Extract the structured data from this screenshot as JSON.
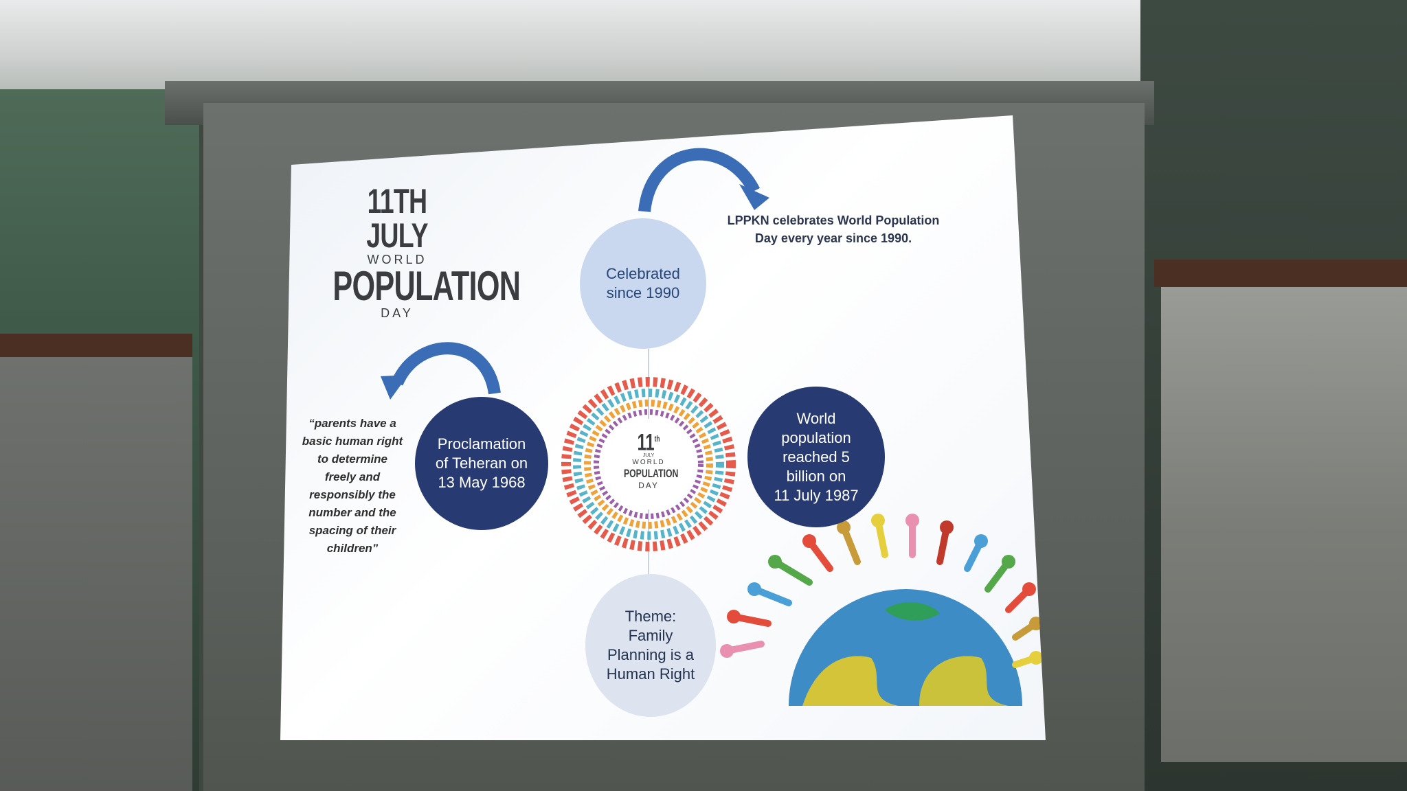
{
  "slide": {
    "title": {
      "line1": "11TH",
      "line2": "JULY",
      "line3": "WORLD",
      "line4": "POPULATION",
      "line5": "DAY"
    },
    "circles": {
      "top": [
        "Celebrated",
        "since 1990"
      ],
      "left": [
        "Proclamation",
        "of Teheran on",
        "13 May 1968"
      ],
      "right": [
        "World",
        "population",
        "reached 5",
        "billion on",
        "11 July 1987"
      ],
      "bottom": [
        "Theme:",
        "Family",
        "Planning is a",
        "Human Right"
      ]
    },
    "note_top": [
      "LPPKN celebrates World Population",
      "Day every year since 1990."
    ],
    "quote": [
      "“parents have a",
      "basic human right",
      "to determine",
      "freely and",
      "responsibly the",
      "number and the",
      "spacing of their",
      "children”"
    ],
    "wheel": {
      "big": "11",
      "sup": "th",
      "small1": "JULY",
      "small2": "WORLD",
      "mid": "POPULATION",
      "small3": "DAY"
    }
  },
  "colors": {
    "dark_circle": "#283a72",
    "light_circle": "#c9d8ee",
    "arrow": "#3a6db5"
  }
}
